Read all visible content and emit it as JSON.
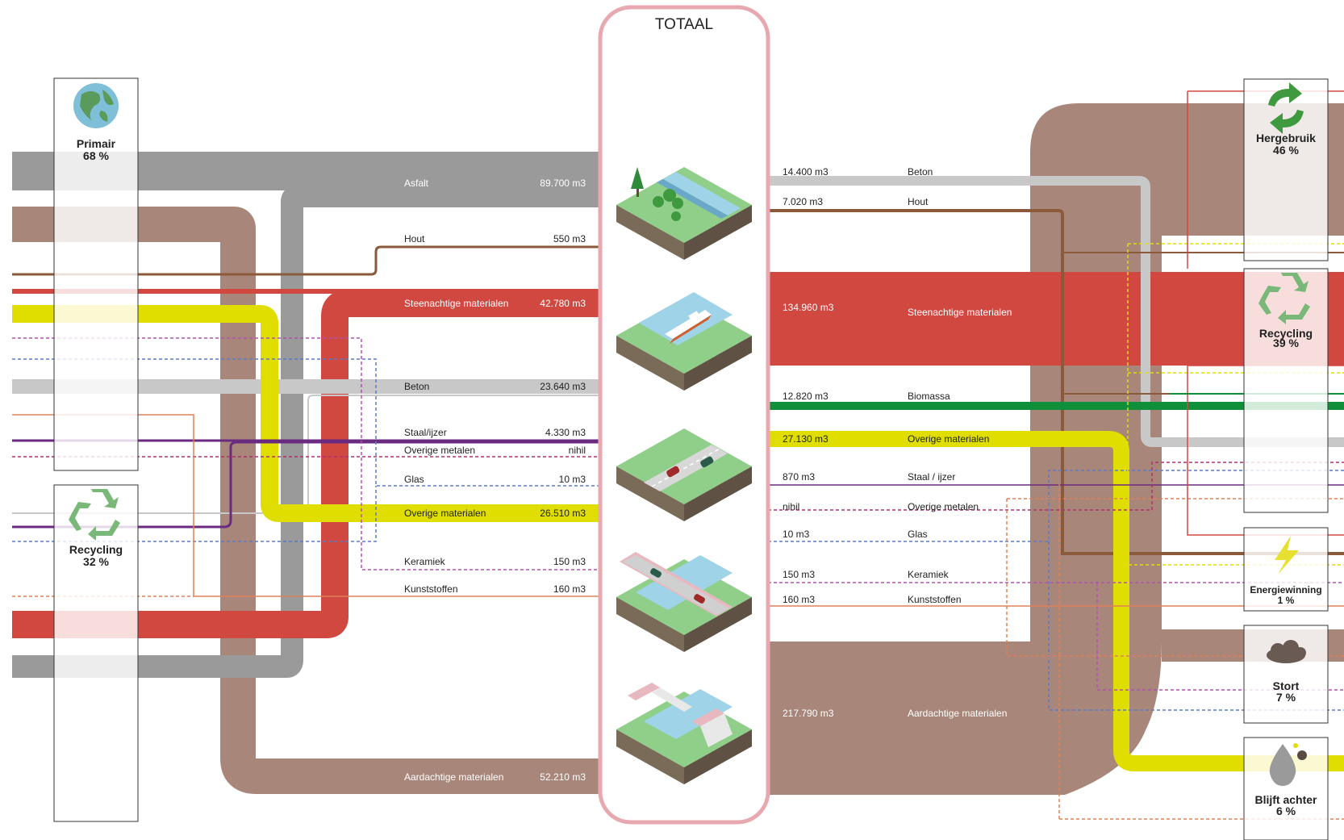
{
  "colors": {
    "aardachtig": "#a8877a",
    "asfalt": "#9a9a9a",
    "beton": "#c8c8c8",
    "steen": "#d04840",
    "overig": "#e0de00",
    "hout": "#8a5a3a",
    "biomassa": "#0f8f3a",
    "staal": "#6a2a80",
    "glas": "#5a7ac8",
    "keramiek": "#b050b0",
    "kunststof": "#e0805a",
    "overige_metalen": "#b03070",
    "pink": "#e8a8b0"
  },
  "total": {
    "title": "TOTAAL"
  },
  "sources": {
    "primair": {
      "label": "Primair",
      "percent": "68 %",
      "icon": "globe-icon"
    },
    "recycling": {
      "label": "Recycling",
      "percent": "32 %",
      "icon": "recycle-icon"
    }
  },
  "inputs": [
    {
      "id": "asfalt",
      "label": "Asfalt",
      "value": "89.700 m3",
      "light": true
    },
    {
      "id": "hout",
      "label": "Hout",
      "value": "550 m3",
      "light": false
    },
    {
      "id": "steen",
      "label": "Steenachtige materialen",
      "value": "42.780 m3",
      "light": true
    },
    {
      "id": "beton",
      "label": "Beton",
      "value": "23.640 m3",
      "light": false
    },
    {
      "id": "staal",
      "label": "Staal/ijzer",
      "value": "4.330 m3",
      "light": false
    },
    {
      "id": "overige_metalen",
      "label": "Overige metalen",
      "value": "nihil",
      "light": false
    },
    {
      "id": "glas",
      "label": "Glas",
      "value": "10 m3",
      "light": false
    },
    {
      "id": "overig",
      "label": "Overige materialen",
      "value": "26.510 m3",
      "light": false
    },
    {
      "id": "keramiek",
      "label": "Keramiek",
      "value": "150 m3",
      "light": false
    },
    {
      "id": "kunststof",
      "label": "Kunststoffen",
      "value": "160 m3",
      "light": false
    },
    {
      "id": "aardachtig",
      "label": "Aardachtige materialen",
      "value": "52.210 m3",
      "light": true
    }
  ],
  "outputs": [
    {
      "id": "beton",
      "value": "14.400 m3",
      "label": "Beton",
      "light": false
    },
    {
      "id": "hout",
      "value": "7.020 m3",
      "label": "Hout",
      "light": false
    },
    {
      "id": "steen",
      "value": "134.960 m3",
      "label": "Steenachtige materialen",
      "light": true
    },
    {
      "id": "biomassa",
      "value": "12.820 m3",
      "label": "Biomassa",
      "light": false
    },
    {
      "id": "overig",
      "value": "27.130 m3",
      "label": "Overige materialen",
      "light": false
    },
    {
      "id": "staal",
      "value": "870 m3",
      "label": "Staal / ijzer",
      "light": false
    },
    {
      "id": "overige_metalen",
      "value": "nihil",
      "label": "Overige metalen",
      "light": false
    },
    {
      "id": "glas",
      "value": "10 m3",
      "label": "Glas",
      "light": false
    },
    {
      "id": "keramiek",
      "value": "150 m3",
      "label": "Keramiek",
      "light": false
    },
    {
      "id": "kunststof",
      "value": "160 m3",
      "label": "Kunststoffen",
      "light": false
    },
    {
      "id": "aardachtig",
      "value": "217.790 m3",
      "label": "Aardachtige materialen",
      "light": true
    }
  ],
  "destinations": [
    {
      "id": "hergebruik",
      "label": "Hergebruik",
      "percent": "46 %",
      "icon": "reuse-arrows-icon"
    },
    {
      "id": "recycling",
      "label": "Recycling",
      "percent": "39 %",
      "icon": "recycle-icon"
    },
    {
      "id": "energie",
      "label": "Energiewinning",
      "percent": "1 %",
      "icon": "lightning-icon"
    },
    {
      "id": "stort",
      "label": "Stort",
      "percent": "7 %",
      "icon": "cloud-icon"
    },
    {
      "id": "blijft",
      "label": "Blijft achter",
      "percent": "6 %",
      "icon": "drop-icon"
    }
  ],
  "scenes": [
    {
      "id": "landscape",
      "icon": "landscape-trees-icon"
    },
    {
      "id": "boat",
      "icon": "waterway-boat-icon"
    },
    {
      "id": "road",
      "icon": "road-cars-icon"
    },
    {
      "id": "bridge",
      "icon": "bridge-icon"
    },
    {
      "id": "lock",
      "icon": "lock-icon"
    }
  ]
}
